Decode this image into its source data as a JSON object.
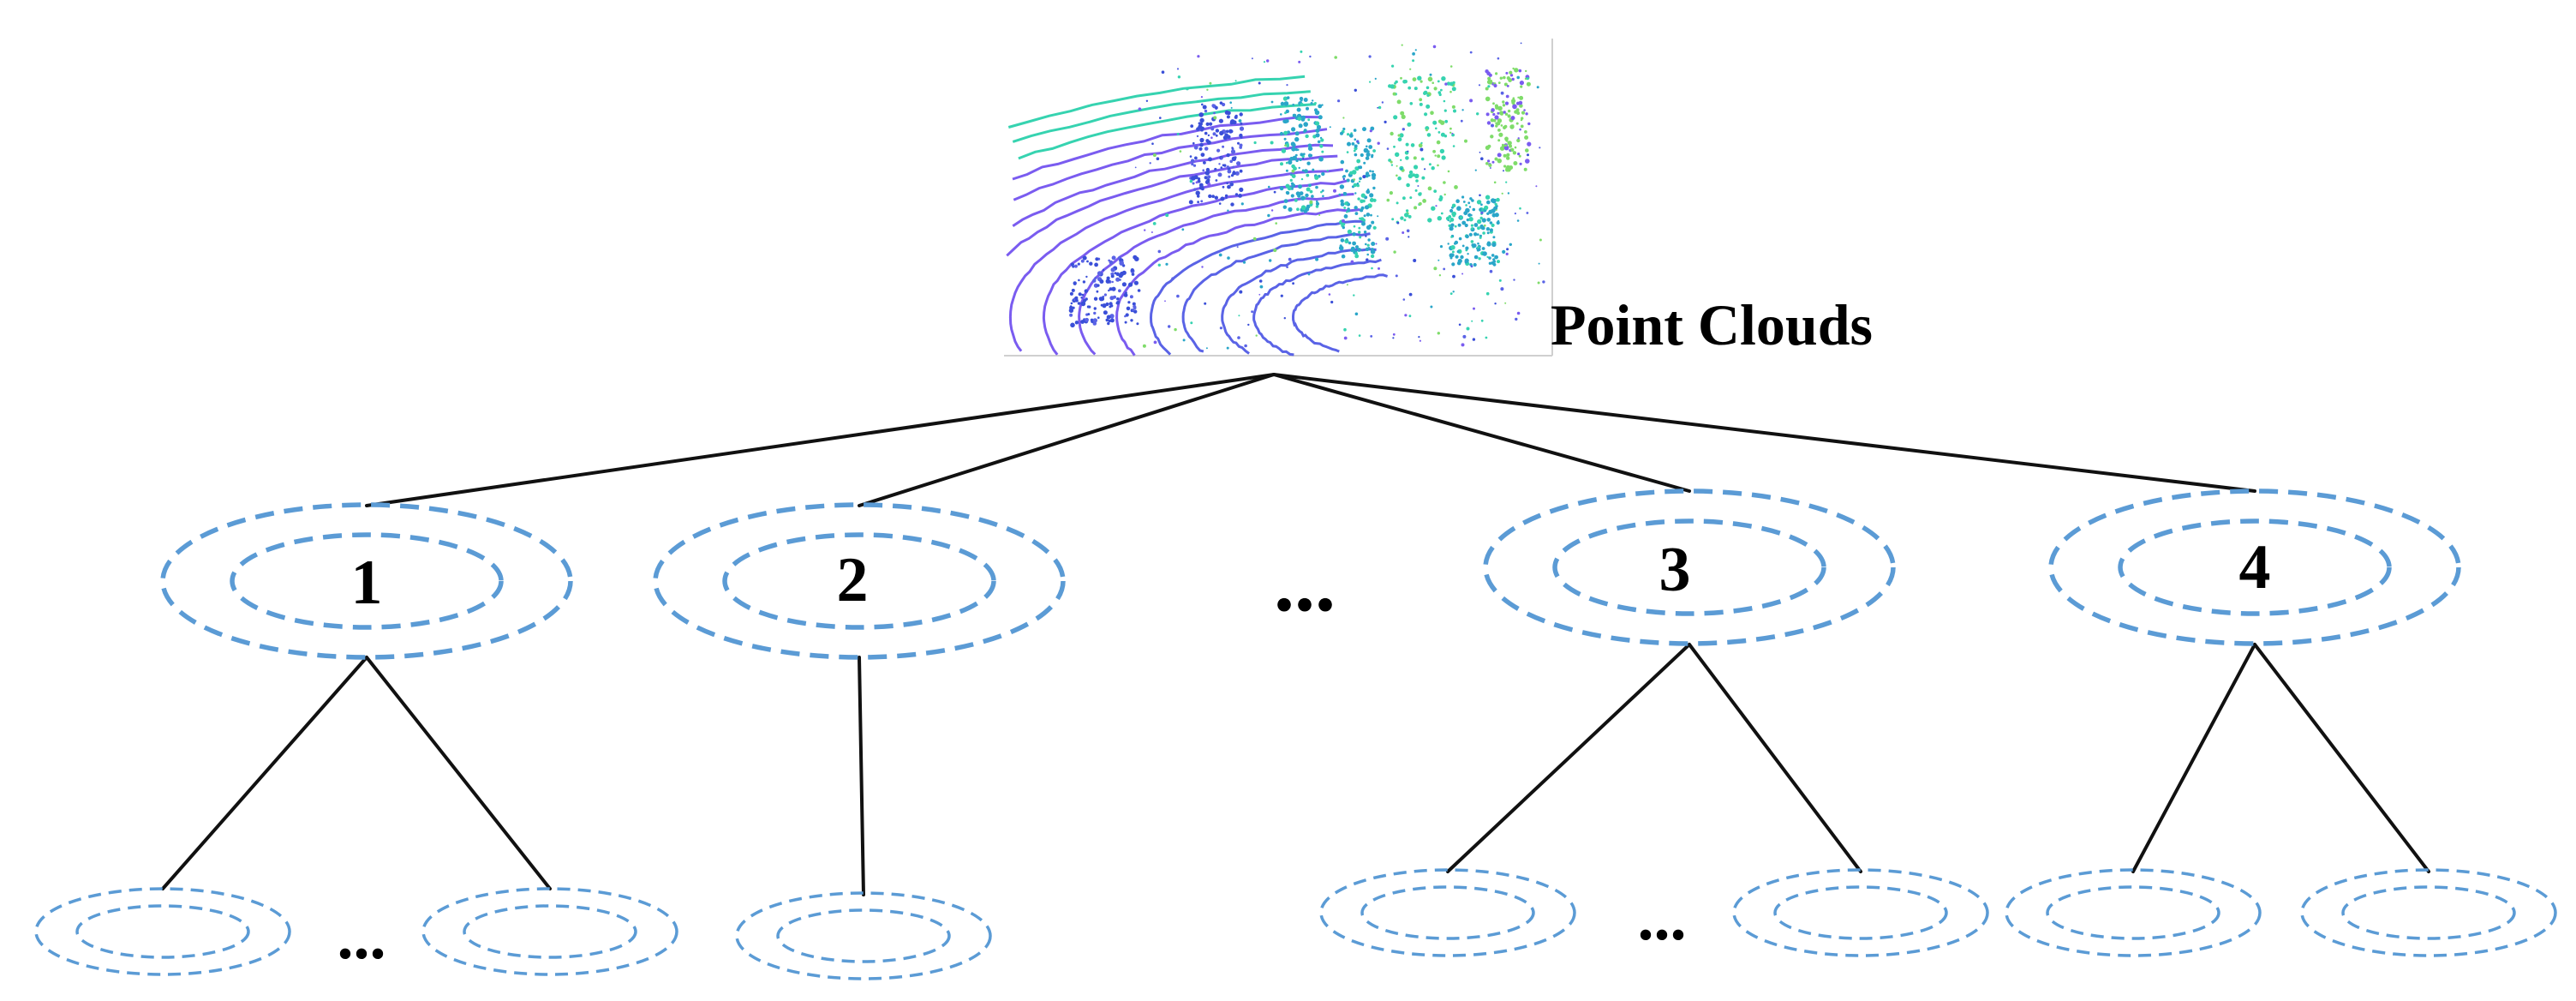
{
  "title": "Point Clouds",
  "top_nodes": [
    {
      "label": "1"
    },
    {
      "label": "2"
    },
    {
      "label": "3"
    },
    {
      "label": "4"
    }
  ],
  "ellipsis": "...",
  "colors": {
    "ring": "#5b9bd5",
    "edge": "#111111",
    "point_cloud_palette": [
      "#3a4fd8",
      "#5a63e6",
      "#2aa6c9",
      "#36d3b0",
      "#7fdc6a",
      "#7a5cf0"
    ]
  },
  "icons": {
    "thumbnail": "lidar-point-cloud-image",
    "node_shape": "double-dashed-ellipse"
  }
}
